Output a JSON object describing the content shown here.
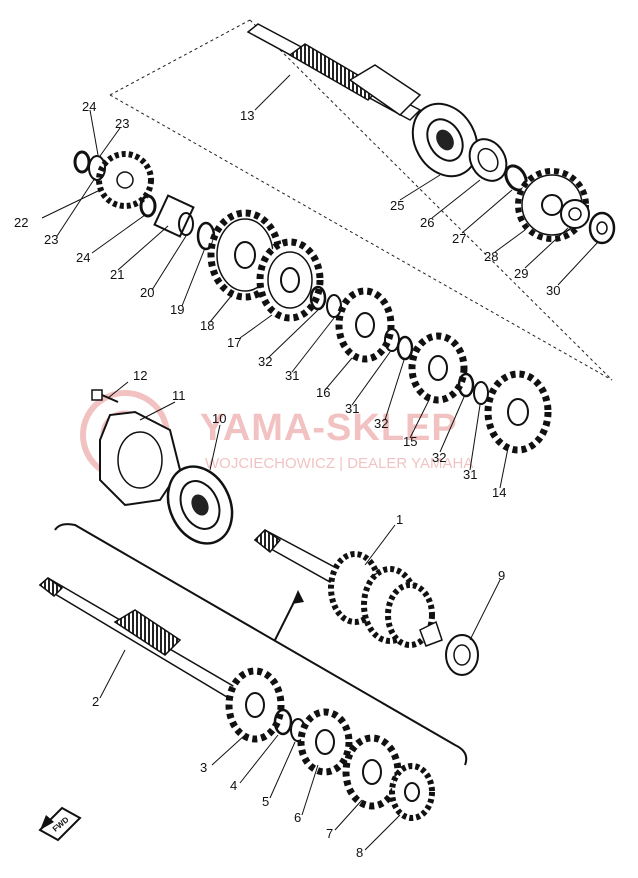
{
  "diagram": {
    "watermark": {
      "brand": "YAMA-SKLEP",
      "tagline": "WOJCIECHOWICZ | DEALER YAMAHA",
      "color": "#d9534f"
    },
    "fwd_label": "FWD",
    "ink_color": "#1a1a1a",
    "callouts": {
      "p1": "1",
      "p2": "2",
      "p3": "3",
      "p4": "4",
      "p5": "5",
      "p6": "6",
      "p7": "7",
      "p8": "8",
      "p9": "9",
      "p10": "10",
      "p11": "11",
      "p12": "12",
      "p13": "13",
      "p14": "14",
      "p15": "15",
      "p16": "16",
      "p17": "17",
      "p18": "18",
      "p19": "19",
      "p20": "20",
      "p21": "21",
      "p22": "22",
      "p23a": "23",
      "p23b": "23",
      "p24a": "24",
      "p24b": "24",
      "p25": "25",
      "p26": "26",
      "p27": "27",
      "p28": "28",
      "p29": "29",
      "p30": "30",
      "p31a": "31",
      "p31b": "31",
      "p31c": "31",
      "p32a": "32",
      "p32b": "32",
      "p32c": "32"
    }
  }
}
